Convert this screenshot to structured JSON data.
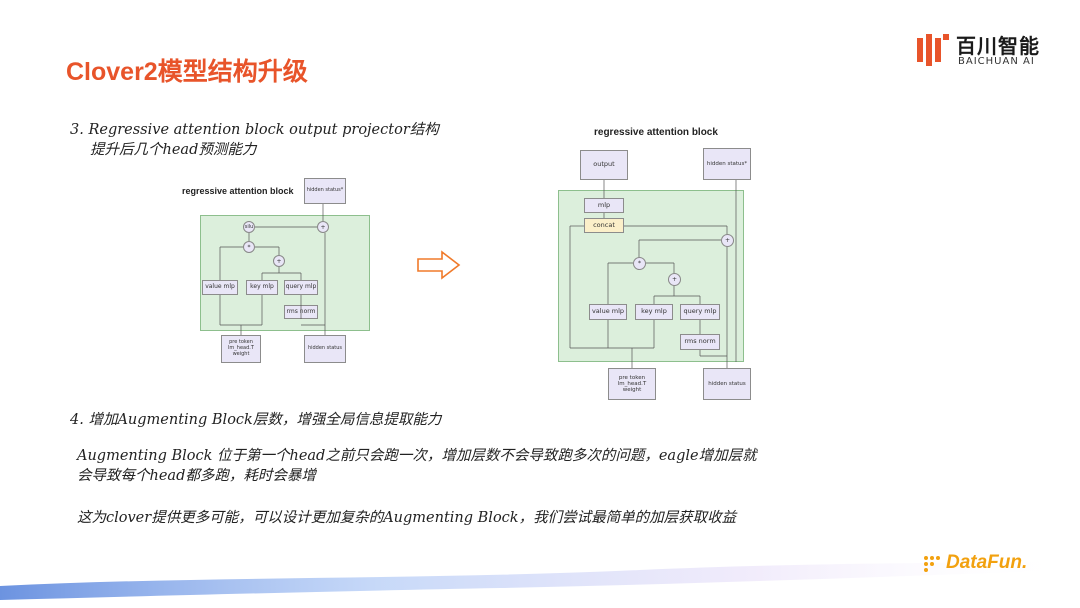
{
  "slide": {
    "title": "Clover2模型结构升级",
    "logo_cn": "百川智能",
    "logo_en": "BAICHUAN AI",
    "footer_brand": "DataFun."
  },
  "text": {
    "point3_line1": "3. Regressive attention block output projector结构",
    "point3_line2": "提升后几个head预测能力",
    "point4_title": "4. 增加Augmenting Block层数，增强全局信息提取能力",
    "para1_line1": "Augmenting Block 位于第一个head之前只会跑一次，增加层数不会导致跑多次的问题，eagle增加层就",
    "para1_line2": "会导致每个head都多跑，耗时会暴增",
    "para2": "这为clover提供更多可能，可以设计更加复杂的Augmenting Block，我们尝试最简单的加层获取收益"
  },
  "diagram_left": {
    "title": "regressive attention block",
    "hidden_status_top": "hidden status*",
    "silu": "silu",
    "plus_top": "+",
    "mul": "*",
    "plus_mid": "+",
    "value_mlp": "value mlp",
    "key_mlp": "key mlp",
    "query_mlp": "query mlp",
    "rms_norm": "rms norm",
    "pre_token": "pre token lm_head.T weight",
    "hidden_status": "hidden status"
  },
  "diagram_right": {
    "title": "regressive attention block",
    "output": "output",
    "hidden_status_top": "hidden status*",
    "mlp": "mlp",
    "concat": "concat",
    "plus_right": "+",
    "mul": "*",
    "plus_mid": "+",
    "value_mlp": "value mlp",
    "key_mlp": "key mlp",
    "query_mlp": "query mlp",
    "rms_norm": "rms norm",
    "pre_token": "pre token lm_head.T weight",
    "hidden_status": "hidden status"
  },
  "colors": {
    "title": "#e8542a",
    "green_fill": "#dcefdc",
    "box_fill": "#e9e6f7",
    "concat_fill": "#fbefc9",
    "arrow_orange": "#f07a2a",
    "brand_orange": "#f2a10f"
  }
}
